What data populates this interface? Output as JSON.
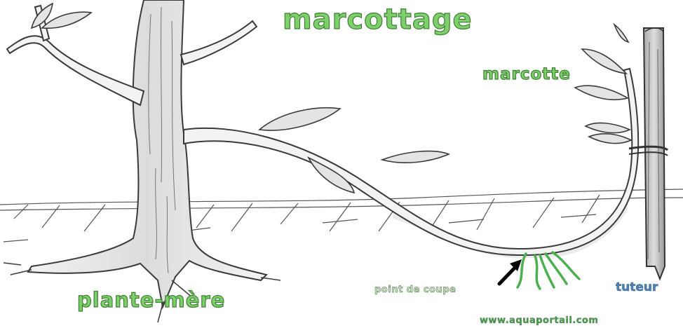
{
  "labels": {
    "title": "marcottage",
    "layer": "marcotte",
    "mother_plant": "plante-mère",
    "cut_point": "point de coupe",
    "stake": "tuteur",
    "website": "www.aquaportail.com"
  },
  "colors": {
    "title_fill": "#7ccf6a",
    "title_stroke": "#3f7f34",
    "stake_label": "#4f82b3",
    "roots": "#4caf50",
    "pencil": "#444444"
  },
  "icons": {
    "cut_point_marker": "arrow-icon"
  }
}
